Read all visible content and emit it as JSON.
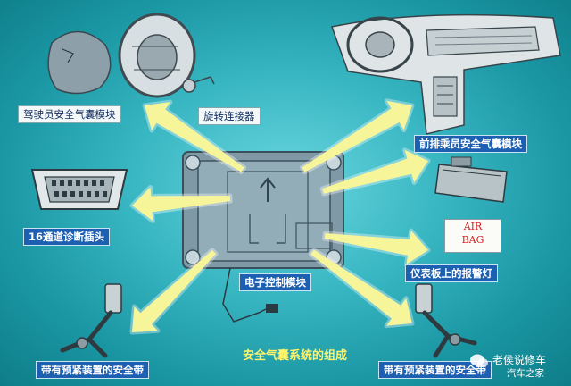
{
  "title": "安全气囊系统的组成",
  "labels": {
    "driver_airbag": "驾驶员安全气囊模块",
    "clock_spring": "旋转连接器",
    "passenger_airbag": "前排乘员安全气囊模块",
    "diag_connector": "16通道诊断插头",
    "warning_lamp": "仪表板上的报警灯",
    "control_module": "电子控制模块",
    "pretensioner_left": "带有预紧装置的安全带",
    "pretensioner_right": "带有预紧装置的安全带"
  },
  "warning_lamp_text": {
    "line1": "AIR",
    "line2": "BAG"
  },
  "watermark": {
    "line1": "老侯说修车",
    "line2": "汽车之家"
  },
  "colors": {
    "arrow": "#f7f59a",
    "label_blue": "#1d5fb0",
    "lamp_red": "#d81f1f"
  }
}
